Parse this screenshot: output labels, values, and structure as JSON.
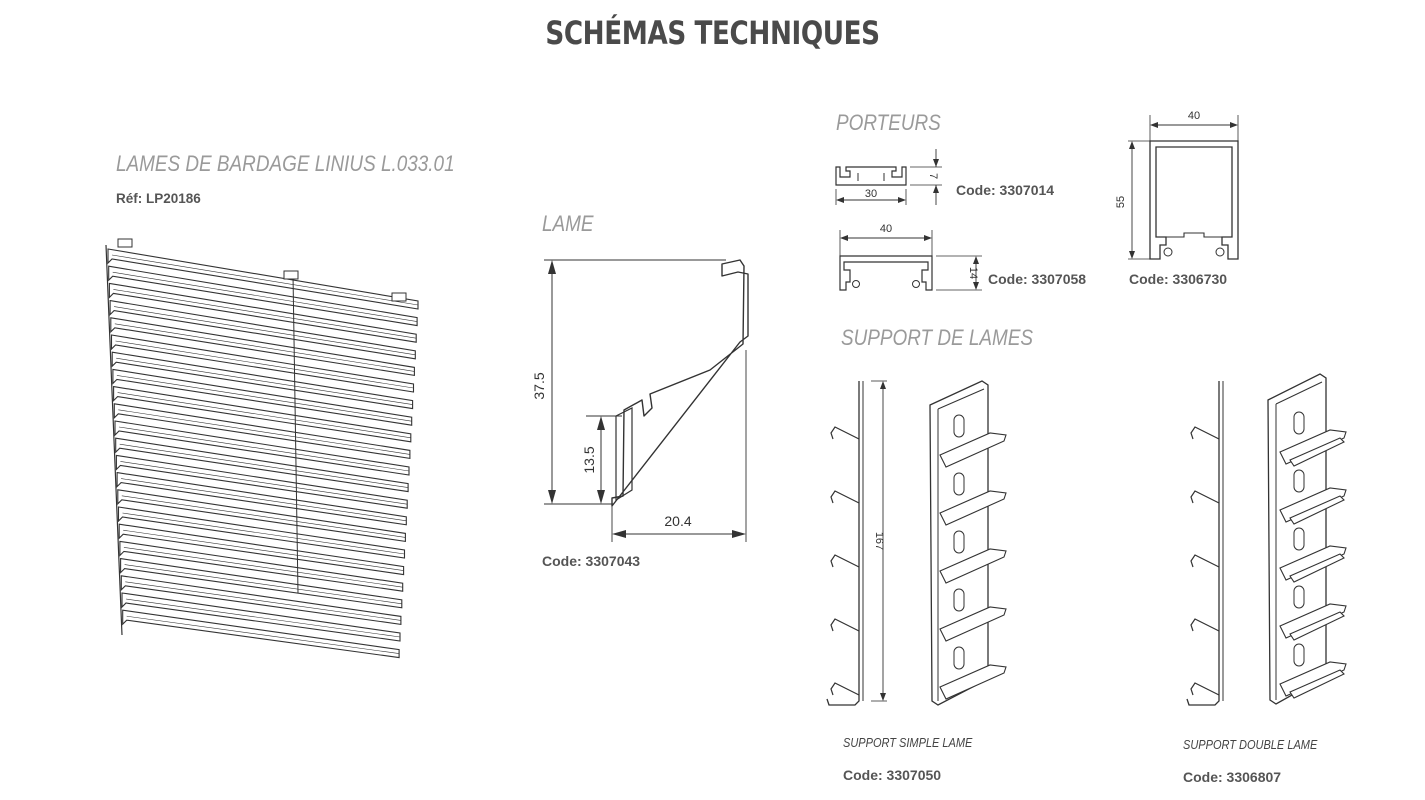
{
  "title": "SCHÉMAS TECHNIQUES",
  "lames_bardage": {
    "heading": "LAMES DE BARDAGE LINIUS L.033.01",
    "ref": "Réf: LP20186"
  },
  "lame": {
    "heading": "LAME",
    "dim_height": "37.5",
    "dim_inner": "13.5",
    "dim_width": "20.4",
    "code": "Code: 3307043"
  },
  "porteurs": {
    "heading": "PORTEURS",
    "profile1": {
      "dim_w": "30",
      "dim_h": "7",
      "code": "Code: 3307014"
    },
    "profile2": {
      "dim_w": "40",
      "dim_h": "14",
      "code": "Code: 3307058"
    },
    "profile3": {
      "dim_w": "40",
      "dim_h": "55",
      "code": "Code: 3306730"
    }
  },
  "support": {
    "heading": "SUPPORT DE LAMES",
    "simple": {
      "label": "SUPPORT SIMPLE LAME",
      "dim": "167",
      "code": "Code: 3307050"
    },
    "double": {
      "label": "SUPPORT DOUBLE LAME",
      "code": "Code: 3306807"
    }
  },
  "colors": {
    "heading": "#4a4a4a",
    "section": "#9a9a9a",
    "line": "#333333"
  }
}
